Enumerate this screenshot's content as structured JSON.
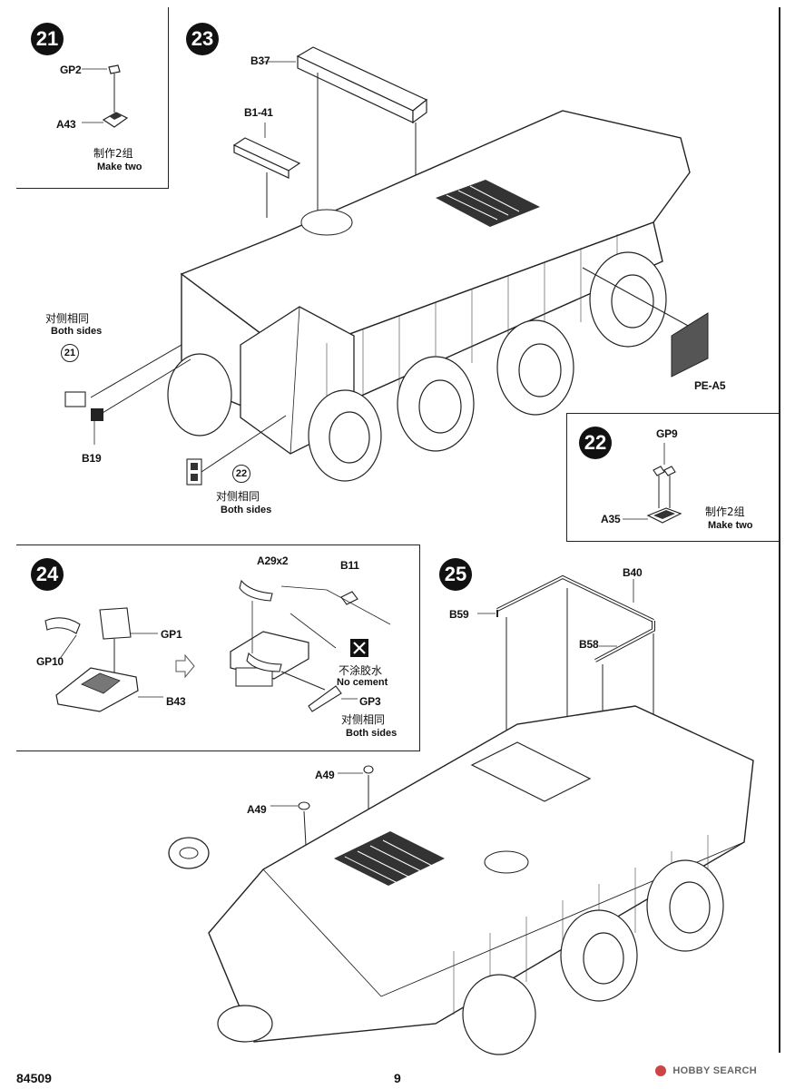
{
  "steps": {
    "s21": {
      "number": "21",
      "parts": {
        "gp2": "GP2",
        "a43": "A43"
      },
      "note_cn": "制作2组",
      "note_en": "Make two"
    },
    "s22": {
      "number": "22",
      "parts": {
        "gp9": "GP9",
        "a35": "A35"
      },
      "note_cn": "制作2组",
      "note_en": "Make two"
    },
    "s23": {
      "number": "23",
      "parts": {
        "b37": "B37",
        "b1_41": "B1-41",
        "b19": "B19",
        "pe_a5": "PE-A5"
      },
      "ref_21": "21",
      "ref_22": "22",
      "both_cn_1": "对侧相同",
      "both_en_1": "Both sides",
      "both_cn_2": "对侧相同",
      "both_en_2": "Both sides"
    },
    "s24": {
      "number": "24",
      "parts": {
        "gp1": "GP1",
        "gp10": "GP10",
        "b43": "B43",
        "a29x2": "A29x2",
        "b11": "B11",
        "gp3": "GP3"
      },
      "nocement_cn": "不涂胶水",
      "nocement_en": "No cement",
      "both_cn": "对侧相同",
      "both_en": "Both sides"
    },
    "s25": {
      "number": "25",
      "parts": {
        "b40": "B40",
        "b59": "B59",
        "b58": "B58",
        "a49_top": "A49",
        "a49_left": "A49"
      }
    }
  },
  "footer": {
    "kit_number": "84509",
    "page_number": "9",
    "watermark": "HOBBY SEARCH"
  }
}
